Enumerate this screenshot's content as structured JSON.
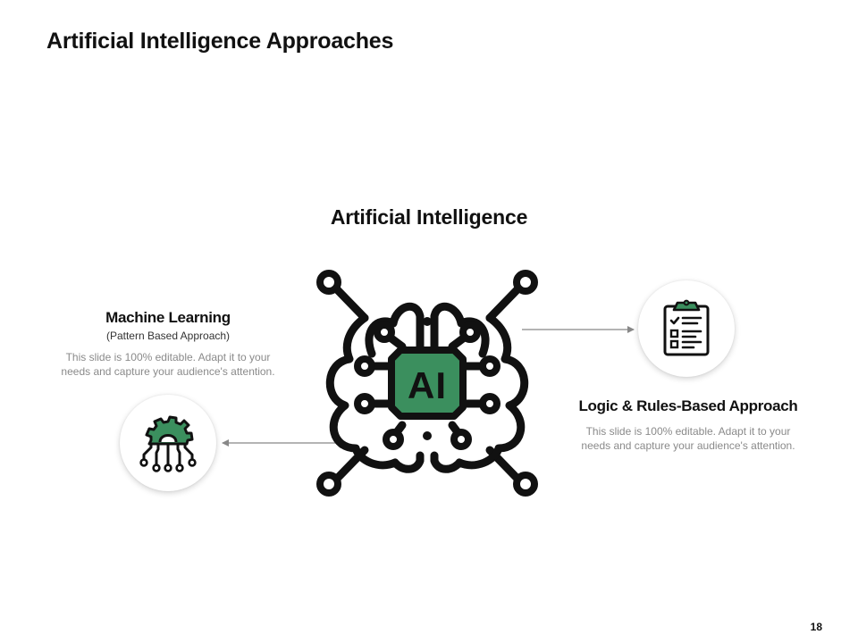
{
  "slide": {
    "title": "Artificial  Intelligence Approaches",
    "page_number": "18"
  },
  "center": {
    "heading": "Artificial Intelligence",
    "chip_text": "AI",
    "icon": "ai-brain-circuit-icon"
  },
  "machine_learning": {
    "title": "Machine Learning",
    "subtitle": "(Pattern Based Approach)",
    "desc_line1": "This slide is 100% editable. Adapt it to your",
    "desc_line2": "needs and capture your audience's attention.",
    "icon": "gear-circuit-icon"
  },
  "logic_rules": {
    "title": "Logic & Rules-Based Approach",
    "desc_line1": "This slide is 100% editable. Adapt it to your",
    "desc_line2": "needs and capture your audience's attention.",
    "icon": "clipboard-checklist-icon"
  },
  "colors": {
    "accent_green": "#3b8f5e",
    "stroke": "#111111",
    "arrow": "#888888",
    "muted_text": "#8a8a8a"
  }
}
